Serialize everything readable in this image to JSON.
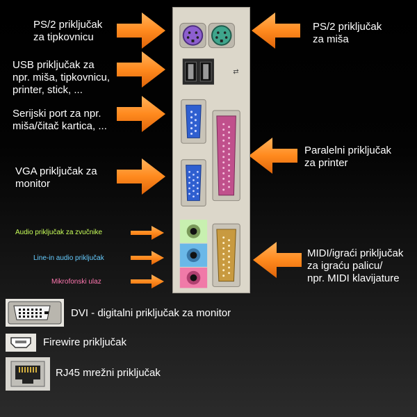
{
  "labels": {
    "ps2_keyboard": [
      "PS/2 priključak",
      "za tipkovnicu"
    ],
    "ps2_mouse": [
      "PS/2 priključak",
      "za miša"
    ],
    "usb": [
      "USB priključak za",
      "npr. miša, tipkovnicu,",
      "printer, stick, ..."
    ],
    "serial": [
      "Serijski port za npr.",
      "miša/čitač kartica, ..."
    ],
    "parallel": [
      "Paralelni priključak",
      "za printer"
    ],
    "vga": [
      "VGA priključak za",
      "monitor"
    ],
    "audio_out": "Audio priključak za zvučnike",
    "line_in": "Line-in audio priključak",
    "mic": "Mikrofonski ulaz",
    "midi": [
      "MIDI/igraći priključak",
      "za igraću palicu/",
      "npr. MIDI klavijature"
    ]
  },
  "legend": {
    "dvi": "DVI - digitalni priključak za monitor",
    "firewire": "Firewire priključak",
    "rj45": "RJ45 mrežni priključak"
  },
  "colors": {
    "arrow": "#ff8a1e",
    "audio_out_text": "#c8ff5a",
    "line_in_text": "#66ccff",
    "mic_text": "#ff77b0",
    "ps2_keyboard": "#8d5fcf",
    "ps2_mouse": "#3fa58c",
    "serial_vga": "#2f5fd0",
    "parallel": "#c0508c",
    "midi": "#c89a40"
  }
}
